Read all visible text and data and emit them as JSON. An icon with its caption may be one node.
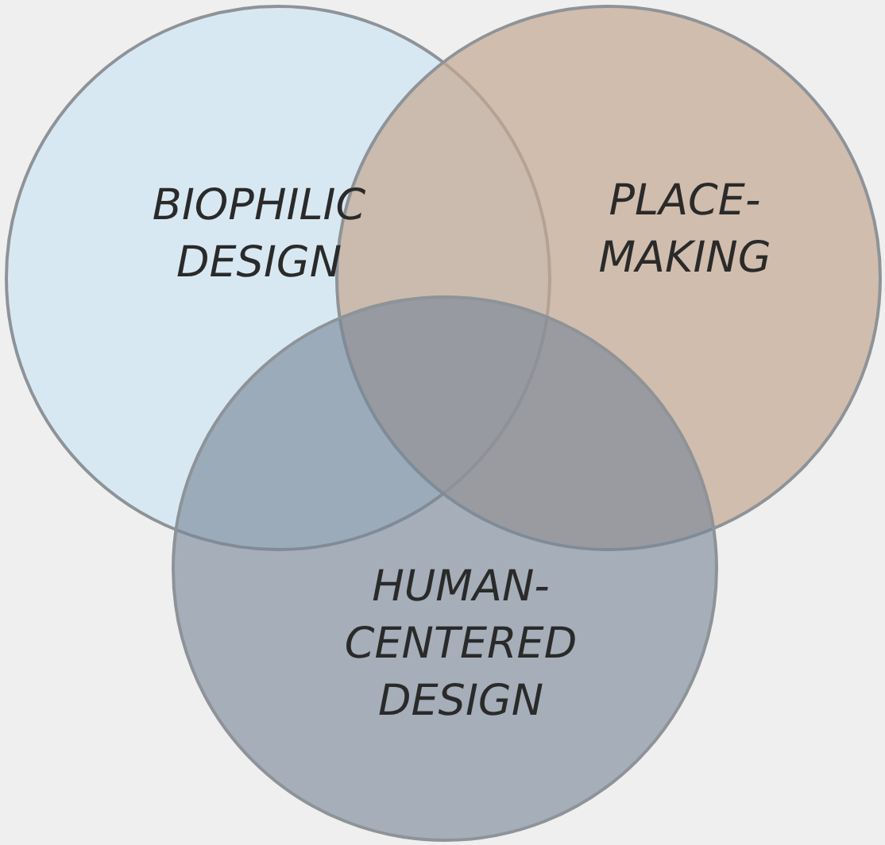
{
  "diagram": {
    "nodes": [
      {
        "text": [
          "BIOPHILIC DESIGN"
        ]
      },
      {
        "text": [
          "PLACE- MAKING"
        ]
      },
      {
        "text": [
          "HUMAN- CENTERED DESIGN"
        ]
      }
    ]
  }
}
